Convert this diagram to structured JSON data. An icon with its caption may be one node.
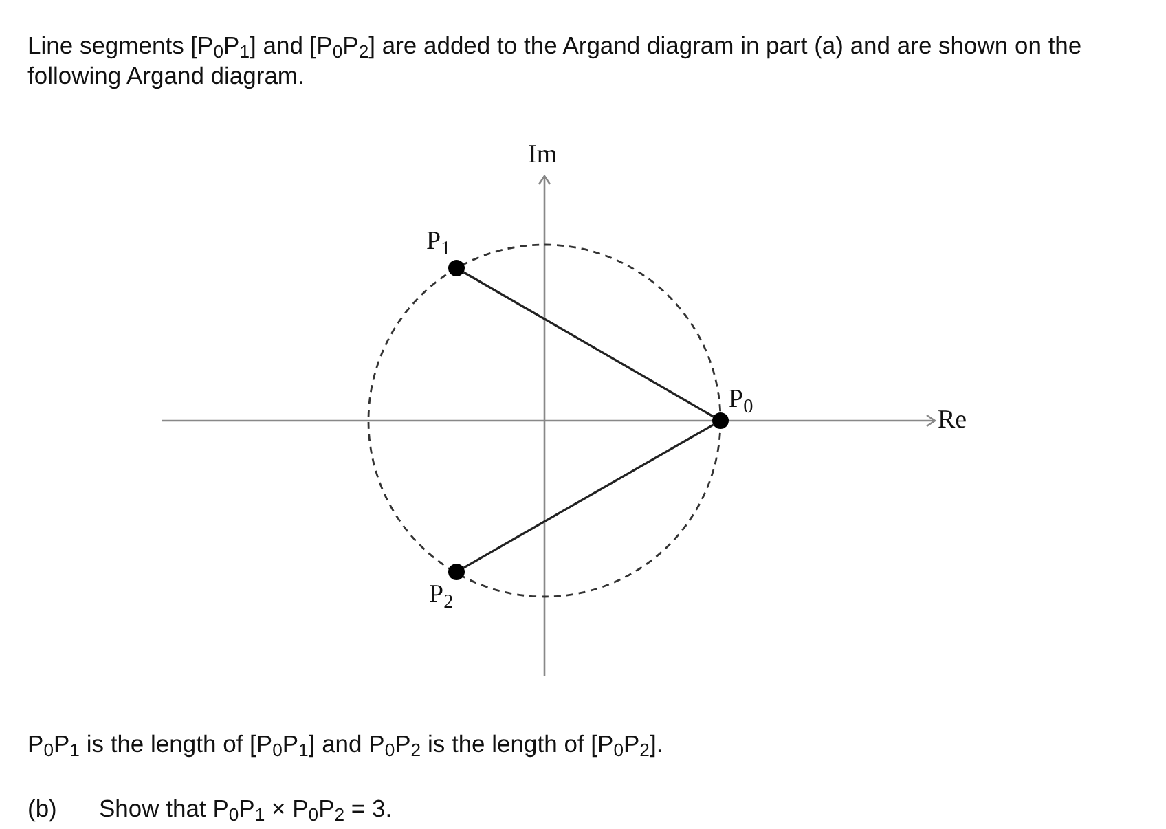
{
  "diagram": {
    "nodes": [
      {
        "text": [
          "P$_{1}$"
        ]
      },
      {
        "text": [
          "P$_{0}$"
        ]
      },
      {
        "text": [
          "P$_{2}$"
        ]
      }
    ],
    "edges": [
      {
        "from": 1,
        "to": 0,
        "arrow": "none"
      },
      {
        "from": 1,
        "to": 2,
        "arrow": "none"
      }
    ],
    "labels": [
      "Line segments [P$_{0}$P$_{1}$] and [P$_{0}$P$_{2}$] are added to the Argand diagram in part (a) and are shown on the following Argand diagram.",
      "Im",
      "Re",
      "P$_{0}$P$_{1}$ is the length of [P$_{0}$P$_{1}$] and P$_{0}$P$_{2}$ is the length of [P$_{0}$P$_{2}$].",
      "(b)",
      "Show that P$_{0}$P$_{1}$ × P$_{0}$P$_{2}$ = 3."
    ]
  }
}
